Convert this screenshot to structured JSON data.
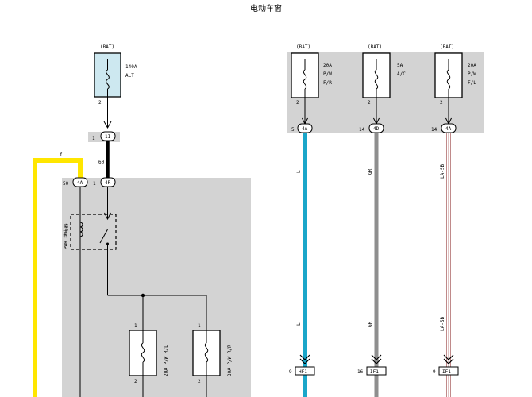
{
  "title": "电动车窗",
  "colors": {
    "panel_gray": "#d3d3d3",
    "fuse_box_blue": "#cde8f0",
    "wire_yellow": "#ffe600",
    "wire_blue": "#1aa6c9",
    "wire_gray": "#8e8e8e",
    "wire_black": "#000000",
    "wire_stripe_red": "#c08a8a"
  },
  "main_fuse": {
    "source": "(BAT)",
    "rating": "140A",
    "name": "ALT",
    "pin": "2"
  },
  "right_fuses": [
    {
      "source": "(BAT)",
      "rating": "20A",
      "line1": "P/W",
      "line2": "F/R",
      "pin": "2"
    },
    {
      "source": "(BAT)",
      "rating": "5A",
      "line1": "A/C",
      "line2": "",
      "pin": "2"
    },
    {
      "source": "(BAT)",
      "rating": "20A",
      "line1": "P/W",
      "line2": "F/L",
      "pin": "2"
    }
  ],
  "top_connectors": [
    {
      "pin": "5",
      "label": "4A"
    },
    {
      "pin": "14",
      "label": "4D"
    },
    {
      "pin": "14",
      "label": "4A"
    }
  ],
  "wire_colors": [
    "L",
    "GR",
    "LA-SB"
  ],
  "bottom_connectors": [
    {
      "pin": "9",
      "label": "HF1"
    },
    {
      "pin": "16",
      "label": "IF1"
    },
    {
      "pin": "9",
      "label": "IF1"
    }
  ],
  "connector_1I": {
    "pin": "1",
    "label": "1I"
  },
  "wire_gauge": "60",
  "yellow_wire_label": "Y",
  "relay_connectors": [
    {
      "pin": "50",
      "label": "4A"
    },
    {
      "pin": "1",
      "label": "4R"
    }
  ],
  "relay_label": "PWR 继电器",
  "lower_fuses": [
    {
      "pin_top": "1",
      "pin_bottom": "2",
      "label": "20A P/W R/L"
    },
    {
      "pin_top": "1",
      "pin_bottom": "2",
      "label": "30A P/W R/R"
    }
  ]
}
